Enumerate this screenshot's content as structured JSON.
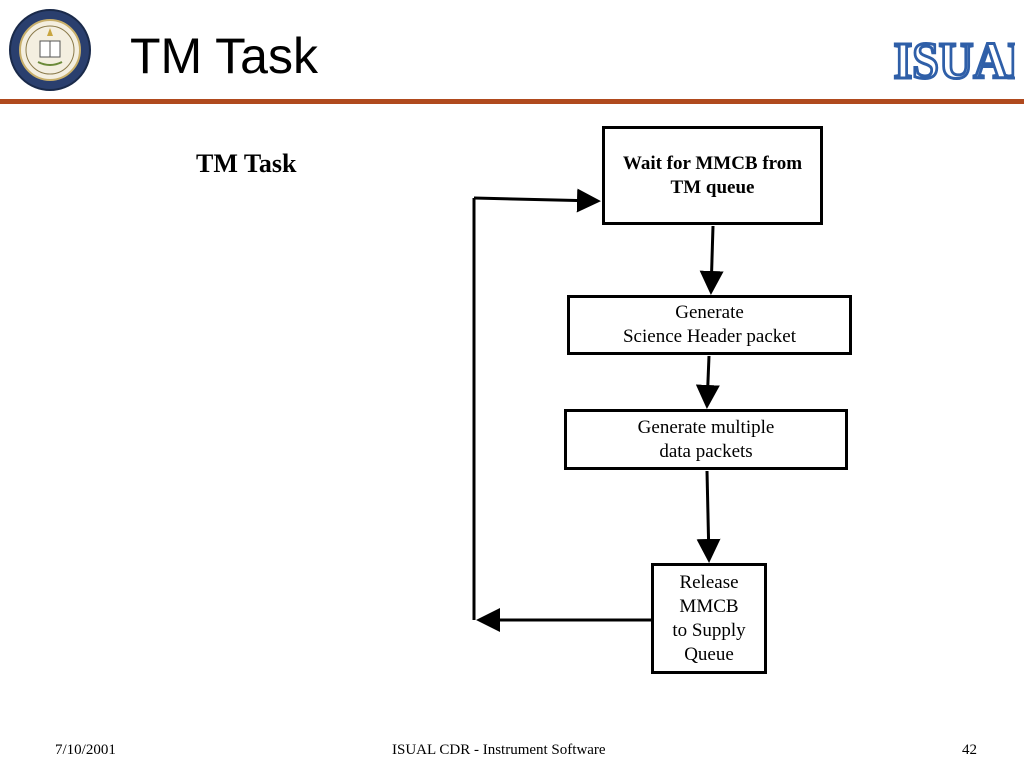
{
  "slide": {
    "title": "TM Task",
    "logo_text": "ISUAL",
    "accent_color": "#b04a1e",
    "logo_color": "#2f5fa8",
    "seal_icon": "university-seal-icon"
  },
  "diagram": {
    "title": "TM Task",
    "nodes": [
      {
        "id": "wait",
        "lines": [
          "Wait for MMCB from",
          "TM queue"
        ]
      },
      {
        "id": "header",
        "lines": [
          "Generate",
          "Science Header packet"
        ]
      },
      {
        "id": "data",
        "lines": [
          "Generate multiple",
          "data packets"
        ]
      },
      {
        "id": "release",
        "lines": [
          "Release",
          "MMCB",
          "to Supply",
          "Queue"
        ]
      }
    ],
    "edges": [
      {
        "from": "wait",
        "to": "header"
      },
      {
        "from": "header",
        "to": "data"
      },
      {
        "from": "data",
        "to": "release"
      },
      {
        "from": "release",
        "to": "wait"
      }
    ]
  },
  "footer": {
    "date": "7/10/2001",
    "center": "ISUAL CDR - Instrument Software",
    "page": "42"
  }
}
